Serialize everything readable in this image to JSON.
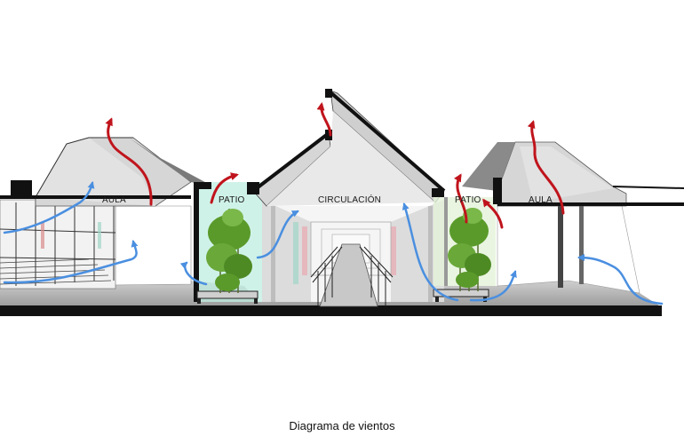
{
  "labels": {
    "aula_left": "AULA",
    "patio_left": "PATIO",
    "circulacion": "CIRCULACIÓN",
    "patio_right": "PATIO",
    "aula_right": "AULA"
  },
  "caption": "Diagrama de vientos",
  "colors": {
    "cold_air": "#4a8fe0",
    "warm_air": "#c0141c",
    "roof_gray": "#d6d6d6",
    "dark": "#111111",
    "patio_tint": "#bfeee0",
    "plant": "#5a9a2a"
  },
  "icons": [
    "blue-airflow-arrow",
    "red-airflow-arrow",
    "bamboo-plant-icon",
    "bench-icon"
  ]
}
